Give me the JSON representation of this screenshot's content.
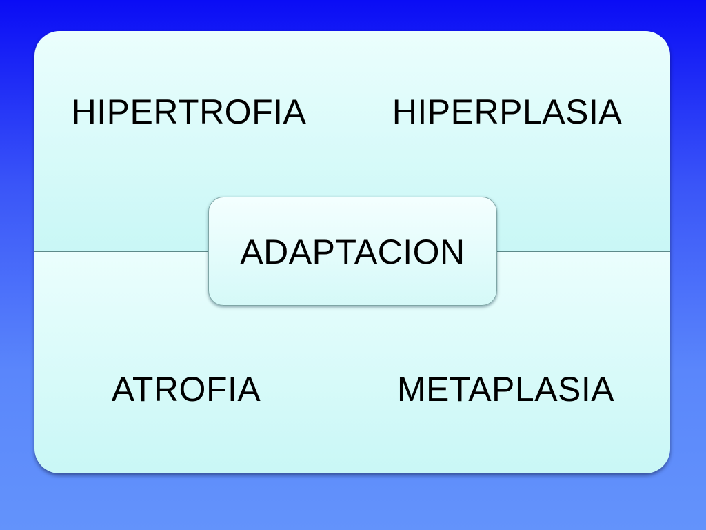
{
  "slide": {
    "background_top_color": "#0a0cf5",
    "background_bottom_color": "#6393fb"
  },
  "matrix": {
    "fill_color": "#d6fbfa",
    "quadrants": {
      "top_left": "HIPERTROFIA",
      "top_right": "HIPERPLASIA",
      "bottom_left": "ATROFIA",
      "bottom_right": "METAPLASIA"
    },
    "center": "ADAPTACION"
  }
}
